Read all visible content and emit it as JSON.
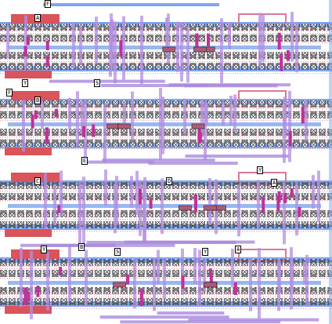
{
  "diagram": {
    "labels": [
      "F",
      "A",
      "Y",
      "S",
      "F",
      "B",
      "E",
      "C",
      "D",
      "Y",
      "A",
      "Y",
      "B",
      "S",
      "Y",
      "A"
    ]
  }
}
